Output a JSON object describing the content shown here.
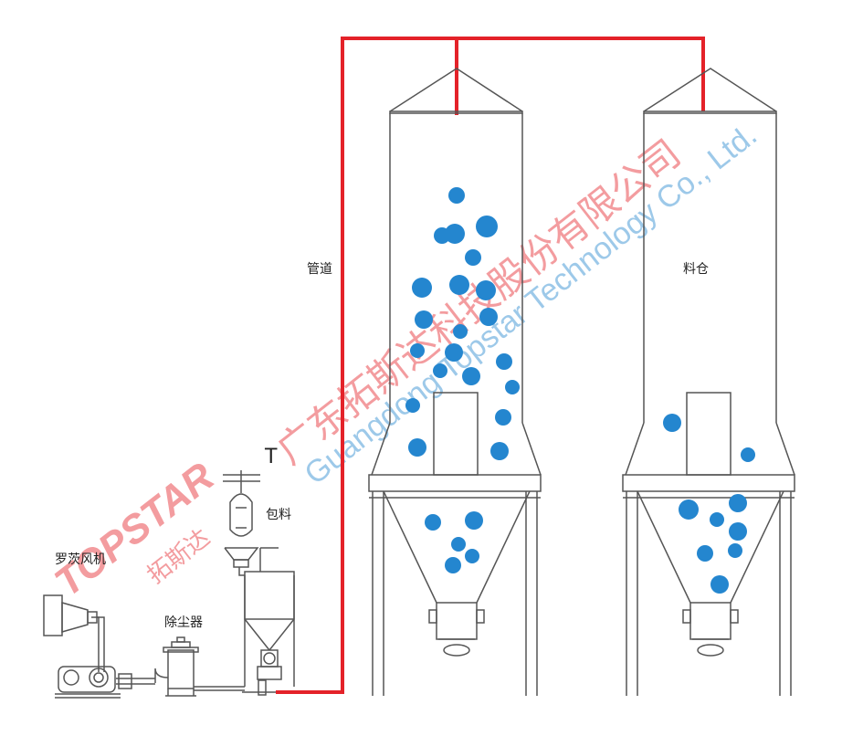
{
  "labels": {
    "roots_blower": "罗茨风机",
    "dust_collector": "除尘器",
    "bag_station": "包料",
    "pipeline": "管道",
    "silo": "料仓",
    "hoist_mark": "T"
  },
  "watermark": {
    "logo_en": "TOPSTAR",
    "logo_cn": "拓斯达",
    "company_cn": "广东拓斯达科技股份有限公司",
    "company_en": "Guangdong Topstar Technology Co., Ltd."
  },
  "colors": {
    "pipe": "#e42229",
    "particle": "#2486cf",
    "line": "#555555",
    "watermark": "#f2a0a0",
    "watermark_blue": "#9cc8e8"
  }
}
